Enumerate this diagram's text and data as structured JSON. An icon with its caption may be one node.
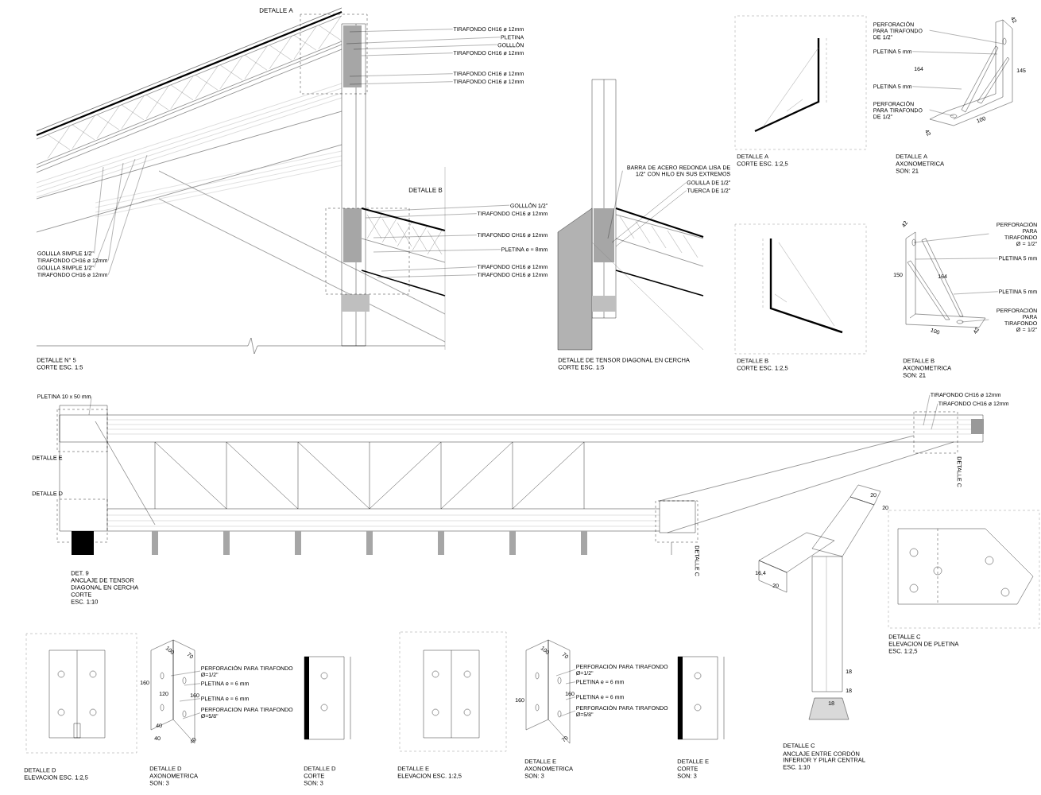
{
  "diagram": {
    "nodes": [
      {
        "text": [
          "TIRAFONDO CH16 ø 12mm"
        ]
      },
      {
        "text": [
          "PLETINA"
        ]
      },
      {
        "text": [
          "GOLLLÓN"
        ]
      },
      {
        "text": [
          "TIRAFONDO CH16 ø 12mm"
        ]
      },
      {
        "text": [
          "TIRAFONDO CH16 ø 12mm"
        ]
      },
      {
        "text": [
          "TIRAFONDO CH16 ø 12mm"
        ]
      },
      {
        "text": [
          "GOLLLÓN 1/2\""
        ]
      },
      {
        "text": [
          "TIRAFONDO CH16 ø 12mm"
        ]
      },
      {
        "text": [
          "TIRAFONDO CH16 ø 12mm"
        ]
      },
      {
        "text": [
          "PLETINA e = 8mm"
        ]
      },
      {
        "text": [
          "TIRAFONDO CH16 ø 12mm"
        ]
      },
      {
        "text": [
          "TIRAFONDO CH16 ø 12mm"
        ]
      },
      {
        "text": [
          "GOLILLA SIMPLE 1/2\""
        ]
      },
      {
        "text": [
          "TIRAFONDO CH16 ø 12mm"
        ]
      },
      {
        "text": [
          "GOLILLA SIMPLE 1/2\""
        ]
      },
      {
        "text": [
          "TIRAFONDO CH16 ø 12mm"
        ]
      },
      {
        "text": [
          "BARRA DE ACERO REDONDA LISA DE 1/2\" CON HILO EN SUS EXTREMOS"
        ]
      },
      {
        "text": [
          "GOLILLA DE 1/2\""
        ]
      },
      {
        "text": [
          "TUERCA DE 1/2\""
        ]
      },
      {
        "text": [
          "PERFORACIÓN PARA TIRAFONDO DE 1/2\""
        ]
      },
      {
        "text": [
          "PLETINA 5 mm"
        ]
      },
      {
        "text": [
          "PLETINA 5 mm"
        ]
      },
      {
        "text": [
          "PERFORACIÓN PARA TIRAFONDO DE 1/2\""
        ]
      },
      {
        "text": [
          "PERFORACIÓN PARA TIRAFONDO Ø = 1/2\""
        ]
      },
      {
        "text": [
          "PLETINA 5 mm"
        ]
      },
      {
        "text": [
          "PLETINA 5 mm"
        ]
      },
      {
        "text": [
          "PERFORACIÓN PARA TIRAFONDO Ø = 1/2\""
        ]
      },
      {
        "text": [
          "PLETINA 10 x 50 mm"
        ]
      },
      {
        "text": [
          "TIRAFONDO CH16 ø 12mm"
        ]
      },
      {
        "text": [
          "TIRAFONDO CH16 ø 12mm"
        ]
      },
      {
        "text": [
          "PERFORACIÓN PARA TIRAFONDO Ø=1/2\""
        ]
      },
      {
        "text": [
          "PLETINA e = 6 mm"
        ]
      },
      {
        "text": [
          "PLETINA e = 6 mm"
        ]
      },
      {
        "text": [
          "PERFORACION PARA TIRAFONDO Ø=5/8\""
        ]
      },
      {
        "text": [
          "PERFORACIÓN PARA TIRAFONDO Ø=1/2\""
        ]
      },
      {
        "text": [
          "PLETINA e = 6 mm"
        ]
      },
      {
        "text": [
          "PLETINA e = 6 mm"
        ]
      },
      {
        "text": [
          "PERFORACIÓN PARA TIRAFONDO Ø=5/8\""
        ]
      },
      {
        "text": [],
        "shape": "picture"
      },
      {
        "text": [],
        "shape": "picture"
      },
      {
        "text": [],
        "shape": "picture"
      },
      {
        "text": [],
        "shape": "picture"
      }
    ],
    "edges": [
      {
        "from": 0,
        "to": null,
        "arrow": "none"
      },
      {
        "from": 1,
        "to": null,
        "arrow": "none"
      },
      {
        "from": 2,
        "to": null,
        "arrow": "none"
      },
      {
        "from": 3,
        "to": null,
        "arrow": "none"
      },
      {
        "from": 4,
        "to": null,
        "arrow": "none"
      },
      {
        "from": 5,
        "to": null,
        "arrow": "none"
      },
      {
        "from": 6,
        "to": null,
        "arrow": "none"
      },
      {
        "from": 7,
        "to": null,
        "arrow": "none"
      },
      {
        "from": 8,
        "to": null,
        "arrow": "none"
      },
      {
        "from": 9,
        "to": null,
        "arrow": "none"
      },
      {
        "from": 10,
        "to": null,
        "arrow": "none"
      },
      {
        "from": 11,
        "to": null,
        "arrow": "none"
      },
      {
        "from": 12,
        "to": null,
        "arrow": "none"
      },
      {
        "from": 13,
        "to": null,
        "arrow": "none"
      },
      {
        "from": 14,
        "to": null,
        "arrow": "none"
      },
      {
        "from": 15,
        "to": null,
        "arrow": "none"
      },
      {
        "from": 16,
        "to": null,
        "arrow": "none"
      },
      {
        "from": 17,
        "to": null,
        "arrow": "none"
      },
      {
        "from": 18,
        "to": null,
        "arrow": "none"
      },
      {
        "from": 19,
        "to": 38,
        "arrow": "none"
      },
      {
        "from": 20,
        "to": 38,
        "arrow": "none"
      },
      {
        "from": 21,
        "to": 38,
        "arrow": "none"
      },
      {
        "from": 22,
        "to": 38,
        "arrow": "none"
      },
      {
        "from": 23,
        "to": 39,
        "arrow": "none"
      },
      {
        "from": 24,
        "to": 39,
        "arrow": "none"
      },
      {
        "from": 25,
        "to": 39,
        "arrow": "none"
      },
      {
        "from": 26,
        "to": 39,
        "arrow": "none"
      },
      {
        "from": 27,
        "to": null,
        "arrow": "none"
      },
      {
        "from": 28,
        "to": null,
        "arrow": "none"
      },
      {
        "from": 29,
        "to": null,
        "arrow": "none"
      },
      {
        "from": 30,
        "to": 40,
        "arrow": "none"
      },
      {
        "from": 31,
        "to": 40,
        "arrow": "none"
      },
      {
        "from": 32,
        "to": 40,
        "arrow": "none"
      },
      {
        "from": 33,
        "to": 40,
        "arrow": "none"
      },
      {
        "from": 34,
        "to": 41,
        "arrow": "none"
      },
      {
        "from": 35,
        "to": 41,
        "arrow": "none"
      },
      {
        "from": 36,
        "to": 41,
        "arrow": "none"
      },
      {
        "from": 37,
        "to": 41,
        "arrow": "none"
      }
    ],
    "labels": [
      "DETALLE A",
      "DETALLE B",
      "DETALLE N° 5",
      "CORTE ESC. 1:5",
      "DETALLE DE TENSOR DIAGONAL EN CERCHA",
      "CORTE ESC. 1:5",
      "DETALLE A",
      "CORTE ESC. 1:2,5",
      "DETALLE A",
      "AXONOMETRICA",
      "SON: 21",
      "42",
      "164",
      "145",
      "100",
      "42",
      "DETALLE B",
      "CORTE ESC. 1:2,5",
      "DETALLE B",
      "AXONOMETRICA",
      "SON: 21",
      "42",
      "150",
      "164",
      "100",
      "42",
      "DETALLE E",
      "DETALLE D",
      "DETALLE C",
      "DETALLE C",
      "DET. 9",
      "ANCLAJE DE TENSOR",
      "DIAGONAL EN CERCHA",
      "CORTE",
      "ESC. 1:10",
      "20",
      "20",
      "16,4",
      "20",
      "18",
      "18",
      "18",
      "DETALLE C",
      "ELEVACION DE PLETINA",
      "ESC. 1:2,5",
      "100",
      "70",
      "160",
      "120",
      "160",
      "40",
      "40",
      "40",
      "100",
      "70",
      "160",
      "160",
      "70",
      "DETALLE C",
      "ANCLAJE ENTRE CORDÓN",
      "INFERIOR Y PILAR CENTRAL",
      "ESC. 1:10",
      "DETALLE D",
      "ELEVACION ESC. 1:2,5",
      "DETALLE D",
      "AXONOMETRICA",
      "SON: 3",
      "DETALLE D",
      "CORTE",
      "SON: 3",
      "DETALLE E",
      "ELEVACION ESC. 1:2,5",
      "DETALLE E",
      "AXONOMETRICA",
      "SON: 3",
      "DETALLE E",
      "CORTE",
      "SON: 3"
    ]
  }
}
